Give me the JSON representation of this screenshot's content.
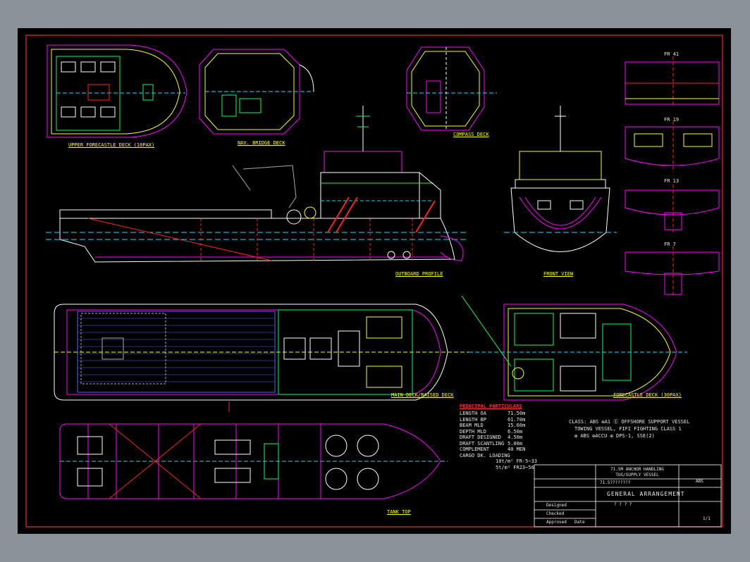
{
  "views": {
    "upper_forecastle": "UPPER FORECASTLE DECK (10PAX)",
    "nav_bridge": "NAV. BRIDGE DECK",
    "compass": "COMPASS DECK",
    "outboard": "OUTBOARD PROFILE",
    "front": "FRONT VIEW",
    "main_deck": "MAIN DECK/RAISED DECK",
    "forecastle": "FORECASTLE DECK (30PAX)",
    "tank_top": "TANK TOP"
  },
  "frames": [
    "FR 41",
    "FR 19",
    "FR 13",
    "FR 7"
  ],
  "particulars": {
    "title": "PRINCIPAL PARTICULARS",
    "rows": [
      {
        "label": "LENGTH OA",
        "value": "71.50m"
      },
      {
        "label": "LENGTH BP",
        "value": "61.70m"
      },
      {
        "label": "BEAM MLD",
        "value": "15.60m"
      },
      {
        "label": "DEPTH MLD",
        "value": "6.50m"
      },
      {
        "label": "DRAFT DESIGNED",
        "value": "4.50m"
      },
      {
        "label": "DRAFT SCANTLING",
        "value": "5.00m"
      },
      {
        "label": "COMPLEMENT",
        "value": "40 MEN"
      },
      {
        "label": "CARGO DK. LOADING",
        "value": ""
      }
    ],
    "loading1": "10t/m² FR-5~33",
    "loading2": "5t/m² FR23~56"
  },
  "class_notes": {
    "line1": "CLASS: ABS ✠A1 Ⓔ OFFSHORE SUPPORT VESSEL",
    "line2": "TOWING VESSEL, FIFI FIGHTING CLASS 1",
    "line3": "✠ ABS  ✠ACCU  ✠ DPS-1, SSE(2)"
  },
  "title_block": {
    "project": "71.5M ANCHOR HANDLING TUG/SUPPLY VESSEL",
    "number": "71.5????????",
    "drawing_title": "GENERAL ARRANGEMENT",
    "subtitle": "? ? ? ?",
    "class": "ABS",
    "sheet": "1/1",
    "roles": [
      "Designed",
      "Checked",
      "Approved",
      "Date"
    ]
  }
}
